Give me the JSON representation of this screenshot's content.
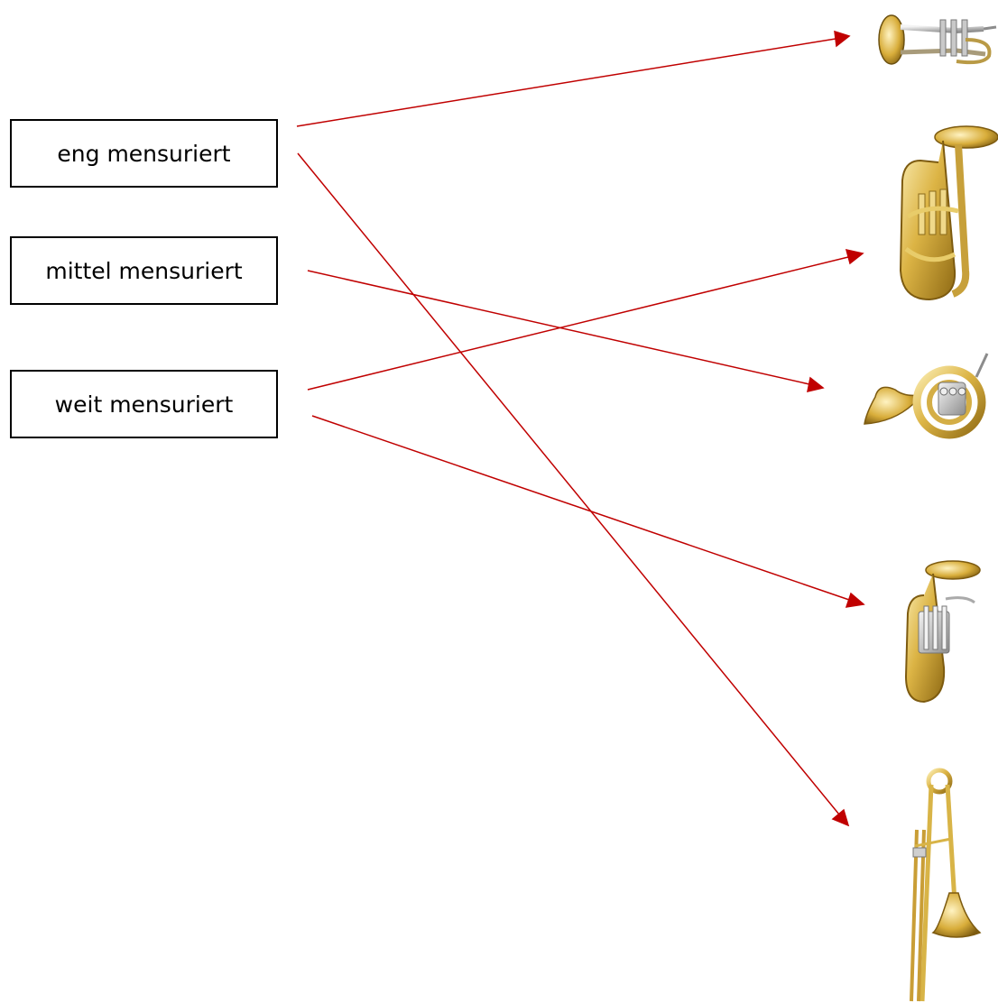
{
  "labels": {
    "eng": "eng mensuriert",
    "mittel": "mittel mensuriert",
    "weit": "weit mensuriert"
  },
  "instruments": [
    {
      "icon": "trumpet-icon"
    },
    {
      "icon": "tuba-icon"
    },
    {
      "icon": "french-horn-icon"
    },
    {
      "icon": "euphonium-icon"
    },
    {
      "icon": "trombone-icon"
    }
  ],
  "colors": {
    "arrow": "#c00000",
    "brass_light": "#f3dc8a",
    "brass_mid": "#d9b23c",
    "brass_dark": "#9a7418",
    "silver": "#c8c8c8"
  }
}
